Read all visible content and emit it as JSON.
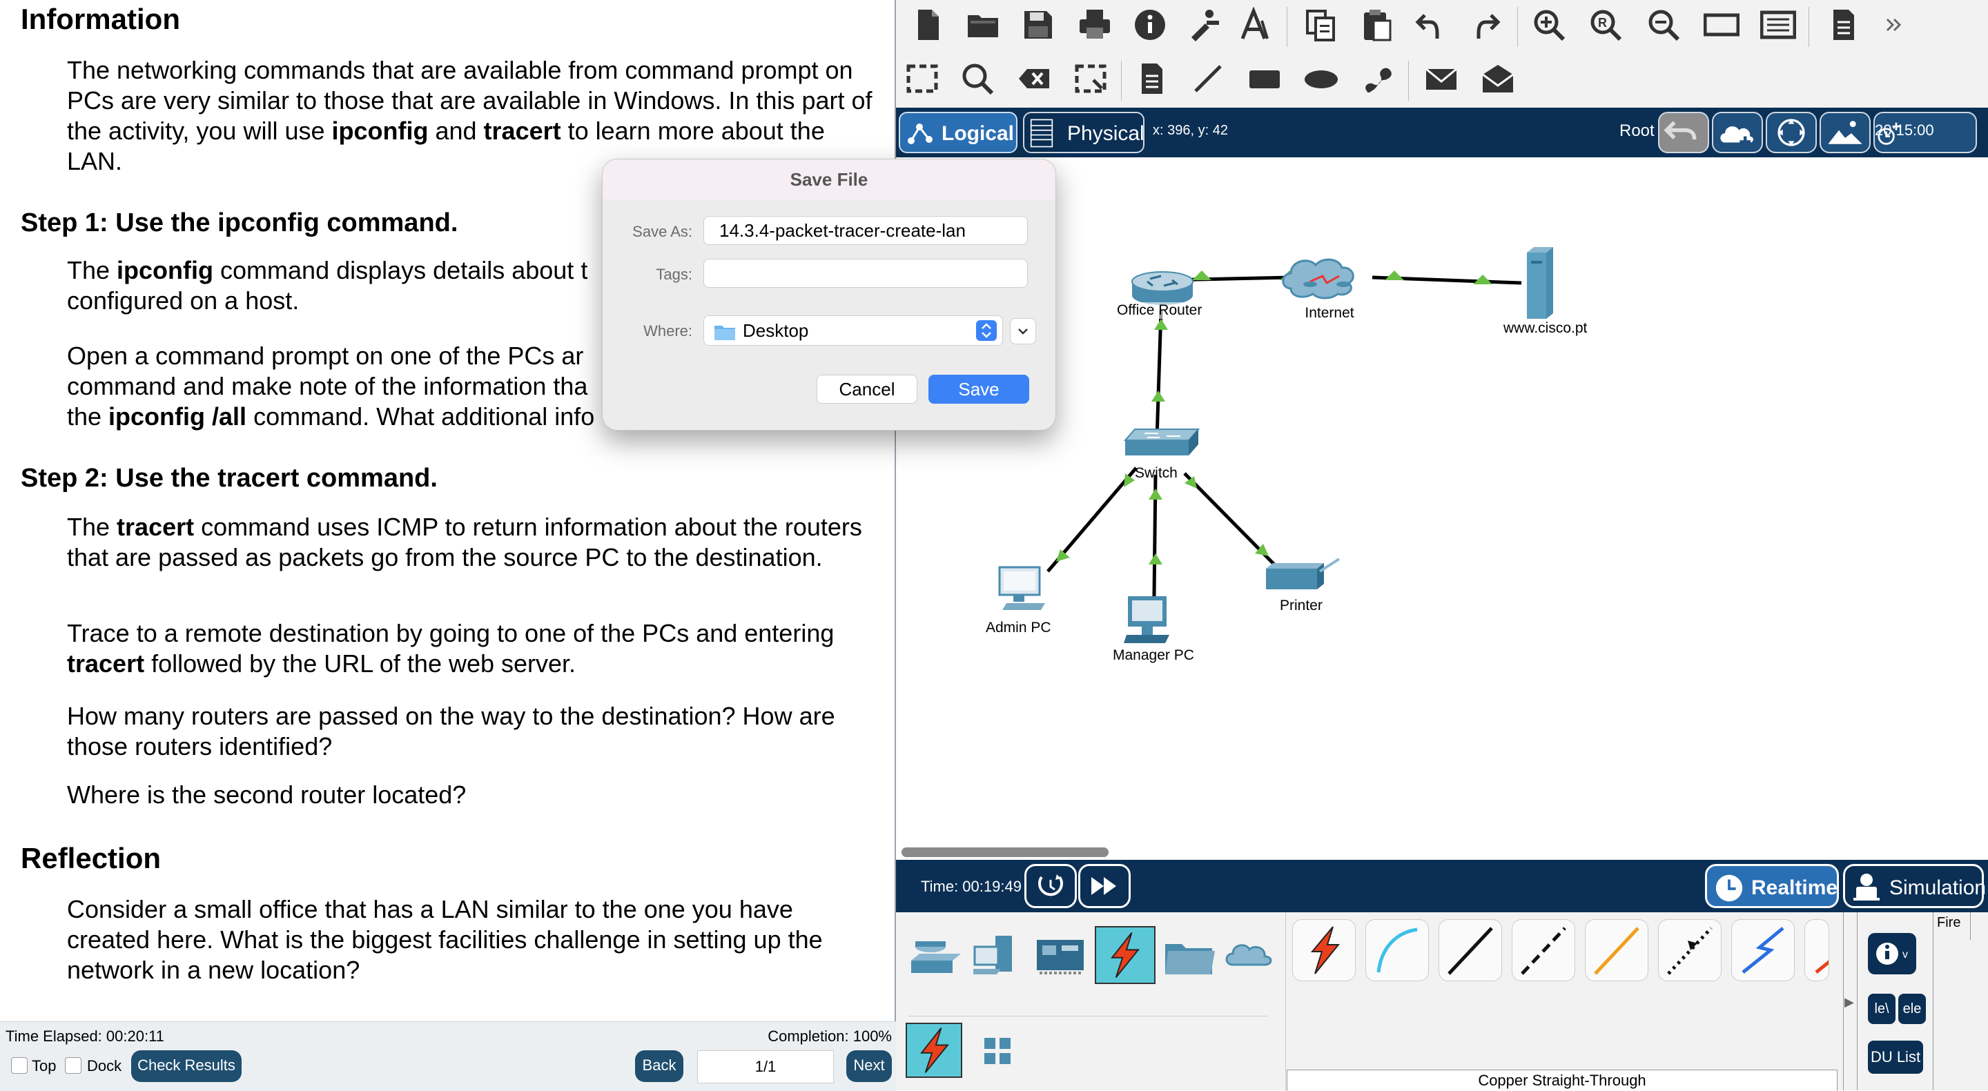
{
  "instructions": {
    "heading": "Information",
    "intro_parts": [
      "The networking commands that are available from command prompt on PCs are very similar to those that are available in Windows. In this part of the activity, you will use ",
      "ipconfig",
      " and ",
      "tracert",
      " to learn more about the LAN."
    ],
    "step1_title": "Step 1: Use the ipconfig command.",
    "step1_p1_parts": [
      "The ",
      "ipconfig",
      " command displays details about t",
      "configured on a host."
    ],
    "step1_p2_lines": [
      "Open a command prompt on one of the PCs ar",
      "command and make note of the information tha"
    ],
    "step1_p2_line3_parts": [
      "the ",
      "ipconfig /all",
      " command. What additional info"
    ],
    "step2_title": "Step 2: Use the tracert command.",
    "step2_p1_parts": [
      "The ",
      "tracert",
      " command uses ICMP to return information about the routers that are passed as packets go from the source PC to the destination."
    ],
    "step2_p2_parts": [
      "Trace to a remote destination by going to one of the PCs and entering ",
      "tracert",
      " followed by the URL of the web server."
    ],
    "step2_q1": "How many routers are passed on the way to the destination? How are those routers identified?",
    "step2_q2": "Where is the second router located?",
    "reflection_title": "Reflection",
    "reflection_text": "Consider a small office that has a LAN similar to the one you have created here. What is the biggest facilities challenge in setting up the network in a new location?"
  },
  "status": {
    "time_elapsed": "Time Elapsed: 00:20:11",
    "completion": "Completion: 100%",
    "top_label": "Top",
    "dock_label": "Dock",
    "check_results": "Check Results",
    "back": "Back",
    "page": "1/1",
    "next": "Next"
  },
  "toolbar": {
    "icons": [
      "new-file-icon",
      "open-folder-icon",
      "save-icon",
      "print-icon",
      "info-icon",
      "activity-wizard-icon",
      "custom-device-icon",
      "copy-icon",
      "paste-icon",
      "undo-icon",
      "redo-icon",
      "zoom-in-icon",
      "zoom-reset-icon",
      "zoom-out-icon",
      "drawing-palette-icon",
      "custom-device-dialog-icon",
      "viewport-icon"
    ],
    "row2_icons": [
      "select-icon",
      "inspect-icon",
      "delete-icon",
      "resize-icon",
      "note-icon",
      "draw-line-icon",
      "draw-rectangle-icon",
      "draw-ellipse-icon",
      "draw-freeform-icon",
      "add-simple-pdu-icon",
      "add-complex-pdu-icon"
    ]
  },
  "viewbar": {
    "logical": "Logical",
    "physical": "Physical",
    "coords": "x: 396, y: 42",
    "root": "Root",
    "clock": "20:15:00"
  },
  "topology": {
    "devices": {
      "router": "Office Router",
      "internet": "Internet",
      "server": "www.cisco.pt",
      "switch": "Switch",
      "admin_pc": "Admin PC",
      "manager_pc": "Manager PC",
      "printer": "Printer"
    },
    "link_color": "#000000",
    "link_light_color": "#6abf45"
  },
  "timebar": {
    "time": "Time: 00:19:49",
    "realtime": "Realtime",
    "simulation": "Simulation"
  },
  "device_panel": {
    "categories": [
      "network-devices-icon",
      "end-devices-icon",
      "components-icon",
      "connections-icon",
      "miscellaneous-icon",
      "multiuser-icon"
    ],
    "cables": [
      "automatic-cable-icon",
      "console-cable-icon",
      "copper-straight-through-icon",
      "copper-cross-over-icon",
      "fiber-cable-icon",
      "phone-cable-icon",
      "serial-cable-icon"
    ],
    "cable_name": "Copper Straight-Through",
    "side_labels": {
      "fire": "Fire",
      "pdu_list": "DU List",
      "new": "le\\",
      "delete": "ele"
    }
  },
  "save_dialog": {
    "title": "Save File",
    "save_as_label": "Save As:",
    "save_as_value": "14.3.4-packet-tracer-create-lan",
    "tags_label": "Tags:",
    "tags_value": "",
    "where_label": "Where:",
    "where_value": "Desktop",
    "cancel": "Cancel",
    "save": "Save"
  },
  "colors": {
    "navy": "#0b2f54",
    "accent_blue": "#3b82f6",
    "device_teal": "#4a8cae"
  }
}
